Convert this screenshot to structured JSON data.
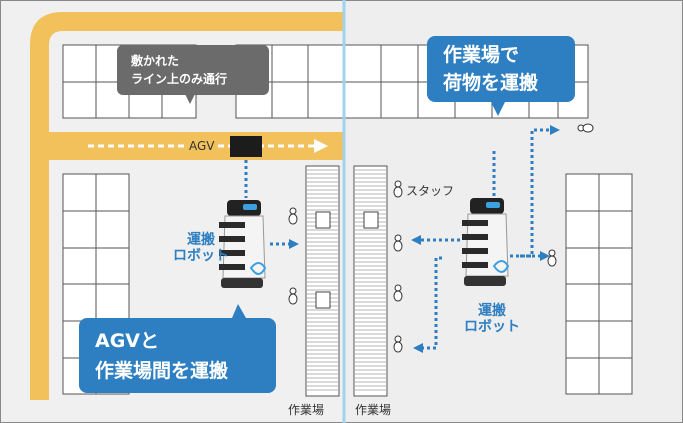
{
  "colors": {
    "track": "#f2c15c",
    "accent_blue": "#2e7fc1",
    "dark_gray_bubble": "#6b6b6b",
    "left_bg": "#f0f0f0",
    "right_bg": "#eeeeee",
    "divider": "#9fd3ee"
  },
  "callouts": {
    "line_only": [
      "敷かれた",
      "ライン上のみ通行"
    ],
    "right_top": [
      "作業場で",
      "荷物を運搬"
    ],
    "left_bottom": [
      "AGVと",
      "作業場間を運搬"
    ]
  },
  "labels": {
    "agv": "AGV",
    "staff": "スタッフ",
    "robot_left": [
      "運搬",
      "ロボット"
    ],
    "robot_right": [
      "運搬",
      "ロボット"
    ],
    "workplace_left": "作業場",
    "workplace_right": "作業場"
  },
  "icons": [
    "person-icon",
    "robot-icon",
    "agv-icon",
    "arrow-icon"
  ]
}
